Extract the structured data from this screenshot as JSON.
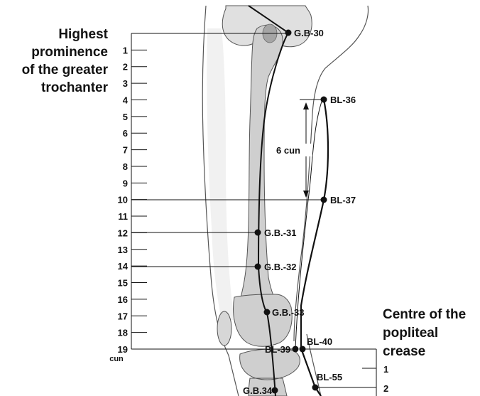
{
  "left_caption": [
    "Highest",
    "prominence",
    "of the greater",
    "trochanter"
  ],
  "right_caption": [
    "Centre of the",
    "popliteal",
    "crease"
  ],
  "left_scale": [
    "1",
    "2",
    "3",
    "4",
    "5",
    "6",
    "7",
    "8",
    "9",
    "10",
    "11",
    "12",
    "13",
    "14",
    "15",
    "16",
    "17",
    "18",
    "19"
  ],
  "left_scale_unit": "cun",
  "right_scale": [
    "1",
    "2"
  ],
  "distance_label": "6 cun",
  "points": {
    "gb30": "G.B-30",
    "bl36": "BL-36",
    "bl37": "BL-37",
    "gb31": "G.B.-31",
    "gb32": "G.B.-32",
    "gb33": "G.B.-33",
    "bl39": "BL-39",
    "bl40": "BL-40",
    "bl55": "BL-55",
    "gb34": "G.B.34"
  }
}
